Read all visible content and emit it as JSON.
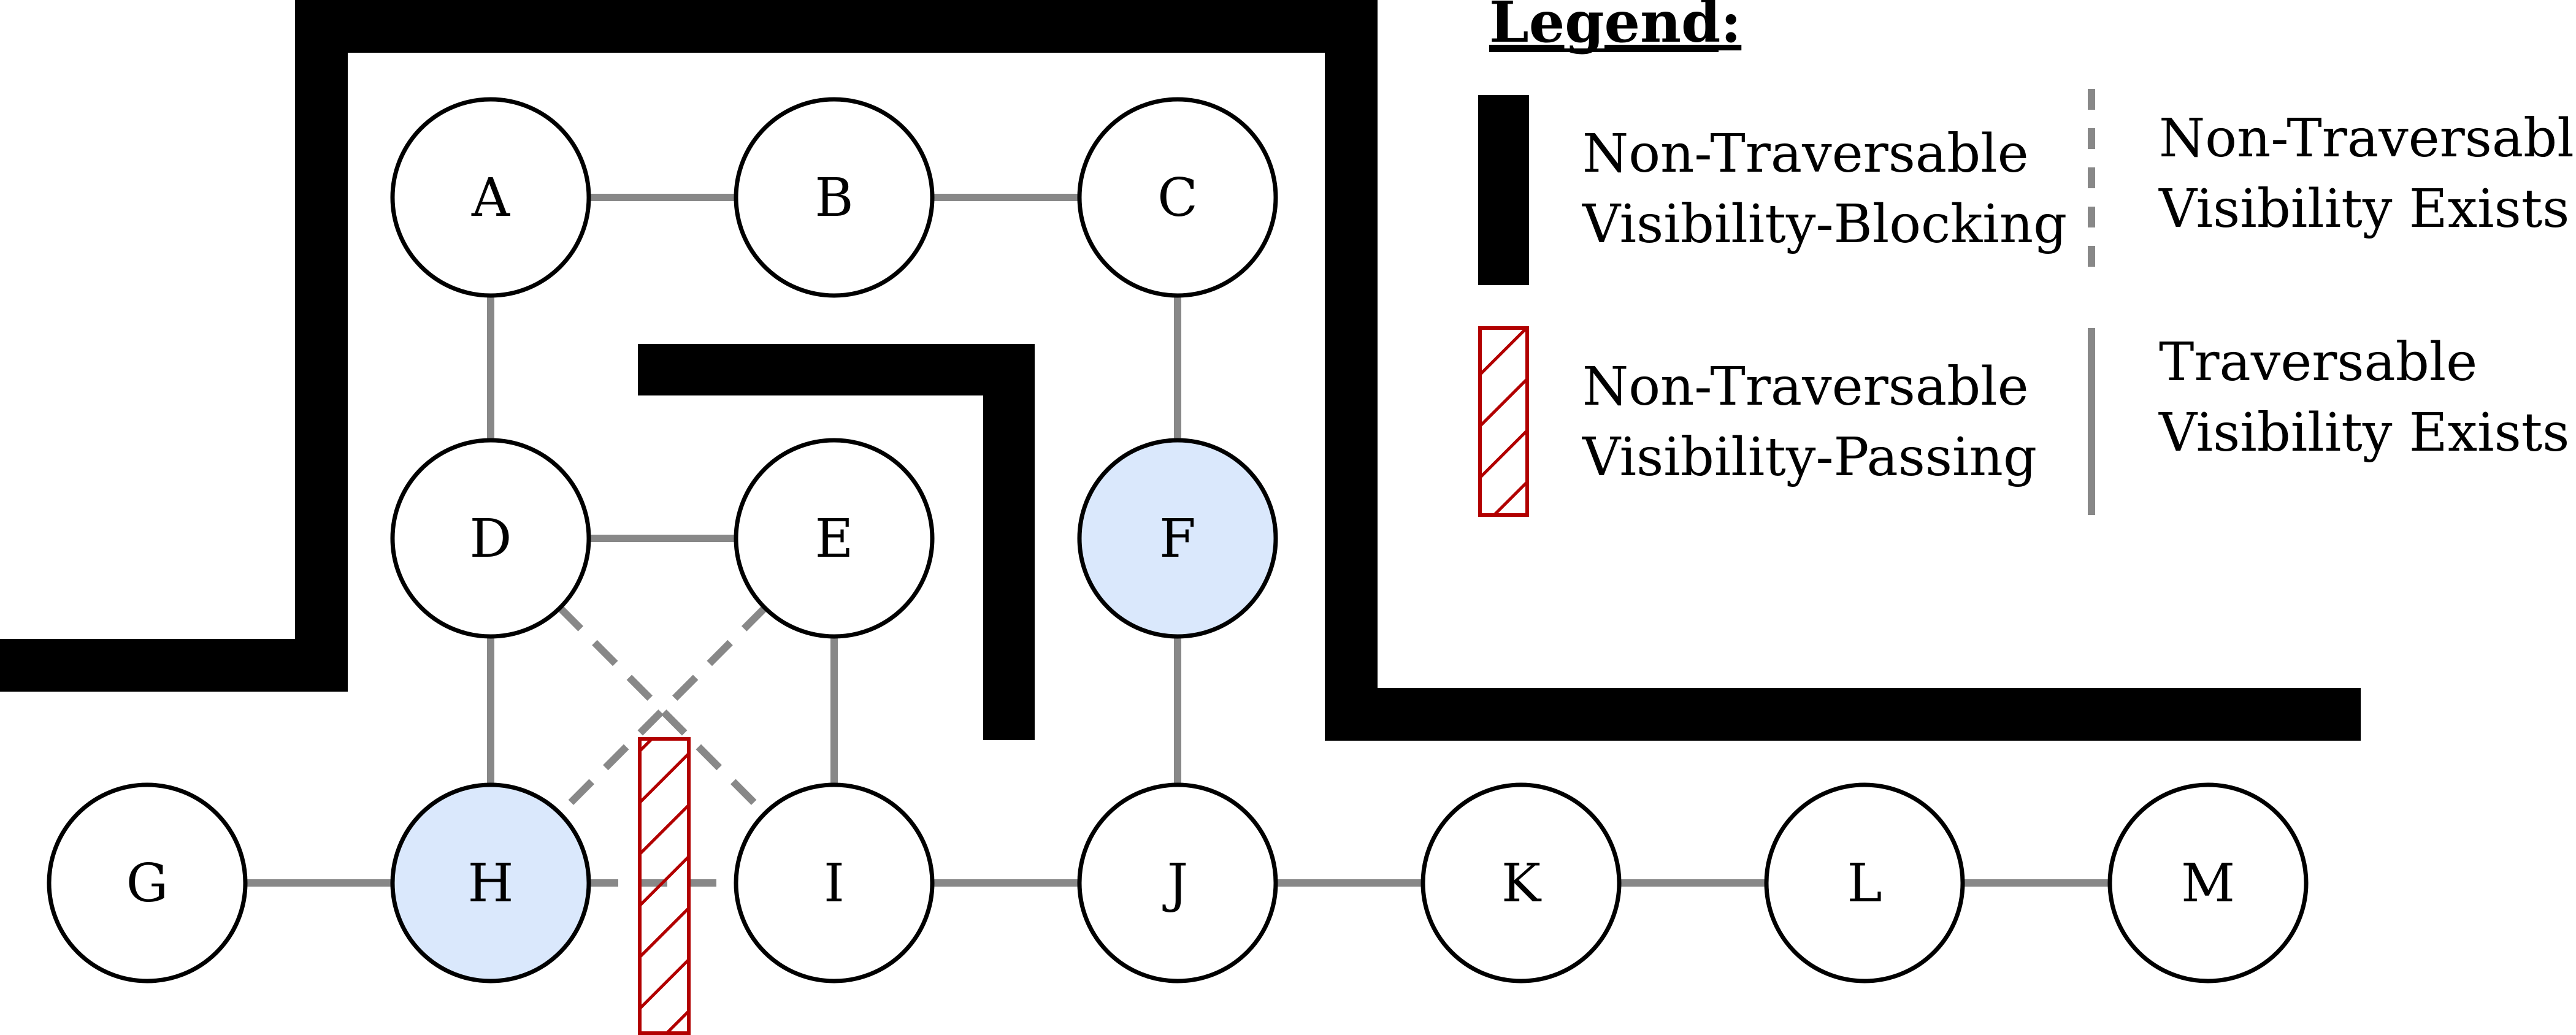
{
  "colors": {
    "wall": "#000000",
    "edge": "#888888",
    "node_fill": "#ffffff",
    "node_highlight_fill": "#dae8fc",
    "node_stroke": "#000000",
    "hatch": "#b20000"
  },
  "nodes": [
    {
      "id": "A",
      "label": "A",
      "highlight": false
    },
    {
      "id": "B",
      "label": "B",
      "highlight": false
    },
    {
      "id": "C",
      "label": "C",
      "highlight": false
    },
    {
      "id": "D",
      "label": "D",
      "highlight": false
    },
    {
      "id": "E",
      "label": "E",
      "highlight": false
    },
    {
      "id": "F",
      "label": "F",
      "highlight": true
    },
    {
      "id": "G",
      "label": "G",
      "highlight": false
    },
    {
      "id": "H",
      "label": "H",
      "highlight": true
    },
    {
      "id": "I",
      "label": "I",
      "highlight": false
    },
    {
      "id": "J",
      "label": "J",
      "highlight": false
    },
    {
      "id": "K",
      "label": "K",
      "highlight": false
    },
    {
      "id": "L",
      "label": "L",
      "highlight": false
    },
    {
      "id": "M",
      "label": "M",
      "highlight": false
    }
  ],
  "edges": [
    {
      "from": "A",
      "to": "B",
      "style": "solid"
    },
    {
      "from": "B",
      "to": "C",
      "style": "solid"
    },
    {
      "from": "A",
      "to": "D",
      "style": "solid"
    },
    {
      "from": "C",
      "to": "F",
      "style": "solid"
    },
    {
      "from": "D",
      "to": "E",
      "style": "solid"
    },
    {
      "from": "D",
      "to": "H",
      "style": "solid"
    },
    {
      "from": "E",
      "to": "I",
      "style": "solid"
    },
    {
      "from": "F",
      "to": "J",
      "style": "solid"
    },
    {
      "from": "G",
      "to": "H",
      "style": "solid"
    },
    {
      "from": "I",
      "to": "J",
      "style": "solid"
    },
    {
      "from": "J",
      "to": "K",
      "style": "solid"
    },
    {
      "from": "K",
      "to": "L",
      "style": "solid"
    },
    {
      "from": "L",
      "to": "M",
      "style": "solid"
    },
    {
      "from": "D",
      "to": "I",
      "style": "dashed"
    },
    {
      "from": "E",
      "to": "H",
      "style": "dashed"
    },
    {
      "from": "H",
      "to": "I",
      "style": "dashed"
    }
  ],
  "legend": {
    "title": "Legend:",
    "items": [
      {
        "id": "wall",
        "icon": "solid-black-bar-icon",
        "lines": [
          "Non-Traversable",
          "Visibility-Blocking"
        ]
      },
      {
        "id": "hatch",
        "icon": "red-hatched-bar-icon",
        "lines": [
          "Non-Traversable",
          "Visibility-Passing"
        ]
      },
      {
        "id": "dashed",
        "icon": "gray-dashed-line-icon",
        "lines": [
          "Non-Traversable",
          "Visibility Exists"
        ]
      },
      {
        "id": "solid",
        "icon": "gray-solid-line-icon",
        "lines": [
          "Traversable",
          "Visibility Exists"
        ]
      }
    ]
  }
}
